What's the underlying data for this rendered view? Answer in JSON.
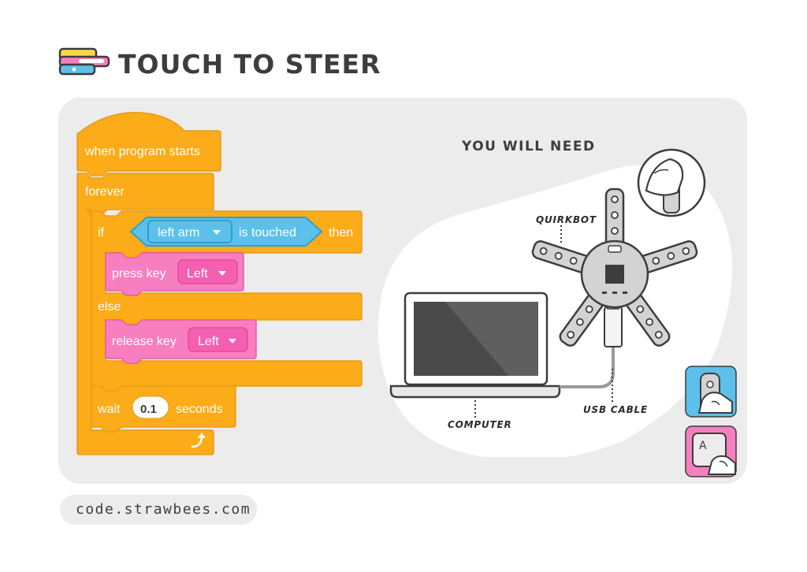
{
  "header": {
    "title": "TOUCH TO STEER"
  },
  "blocks": {
    "hat": "when program starts",
    "forever": "forever",
    "if_label": "if",
    "sensor_dropdown": "left arm",
    "sensor_suffix": "is touched",
    "then_label": "then",
    "press_key": "press key",
    "press_key_value": "Left",
    "else_label": "else",
    "release_key": "release key",
    "release_key_value": "Left",
    "wait_label": "wait",
    "wait_value": "0.1",
    "seconds_label": "seconds"
  },
  "requirements": {
    "title": "YOU WILL NEED",
    "quirkbot_label": "QUIRKBOT",
    "usb_label": "USB CABLE",
    "computer_label": "COMPUTER"
  },
  "footer": {
    "url": "code.strawbees.com"
  },
  "colors": {
    "control_orange": "#fcab19",
    "control_border": "#e59d1a",
    "sensing_blue": "#5cc0ea",
    "action_pink": "#f77fc0",
    "panel_gray": "#ececec"
  },
  "icons": [
    "strawbees-logo-icon",
    "dropdown-arrow-icon",
    "loop-arrow-icon",
    "touch-sensor-icon",
    "keyboard-key-icon"
  ]
}
